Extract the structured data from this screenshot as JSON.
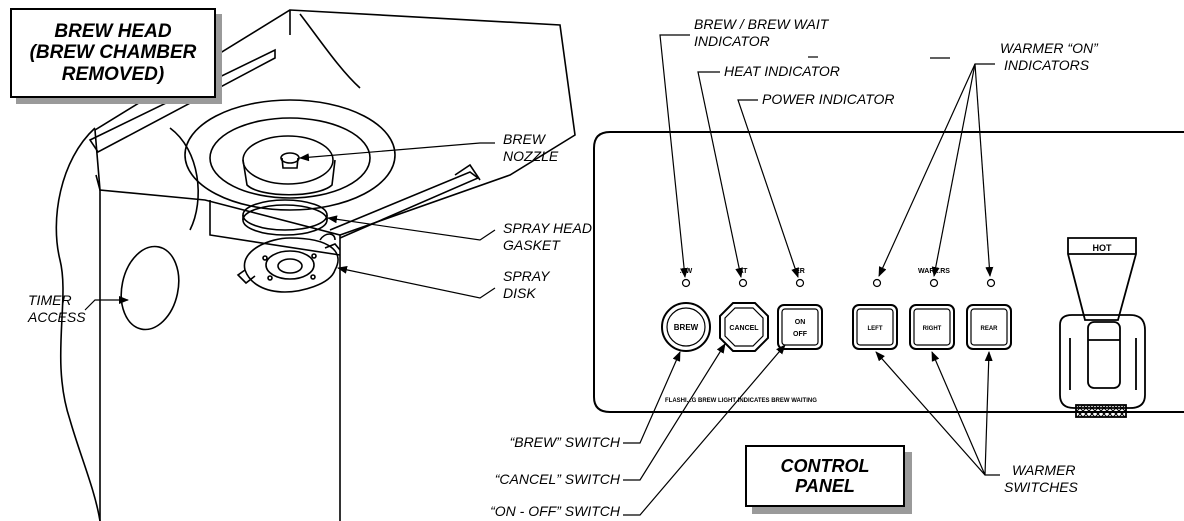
{
  "brew_head": {
    "title_line1": "BREW HEAD",
    "title_line2": "(BREW CHAMBER",
    "title_line3": "REMOVED)",
    "callouts": {
      "brew_nozzle_1": "BREW",
      "brew_nozzle_2": "NOZZLE",
      "spray_head_gasket_1": "SPRAY HEAD",
      "spray_head_gasket_2": "GASKET",
      "spray_disk_1": "SPRAY",
      "spray_disk_2": "DISK",
      "timer_access_1": "TIMER",
      "timer_access_2": "ACCESS"
    }
  },
  "control_panel": {
    "title_line1": "CONTROL",
    "title_line2": "PANEL",
    "callouts": {
      "brew_wait_indicator_1": "BREW / BREW WAIT",
      "brew_wait_indicator_2": "INDICATOR",
      "heat_indicator": "HEAT INDICATOR",
      "power_indicator": "POWER INDICATOR",
      "warmer_on_indicators_1": "WARMER “ON”",
      "warmer_on_indicators_2": "INDICATORS",
      "brew_switch": "“BREW” SWITCH",
      "cancel_switch": "“CANCEL” SWITCH",
      "on_off_switch": "“ON - OFF” SWITCH",
      "warmer_switches_1": "WARMER",
      "warmer_switches_2": "SWITCHES"
    },
    "panel_labels": {
      "brew_led": "...W",
      "heat_led": "AT",
      "power_led": "ER",
      "warmers_led": "WAR...RS",
      "brew_button": "BREW",
      "cancel_button": "CANCEL",
      "onoff_line1": "ON",
      "onoff_line2": "OFF",
      "left_button": "LEFT",
      "right_button": "RIGHT",
      "rear_button": "REAR",
      "footer_note": "FLASHI...G BREW LIGHT INDICATES BREW WAITING",
      "faucet_hot": "HOT"
    }
  }
}
